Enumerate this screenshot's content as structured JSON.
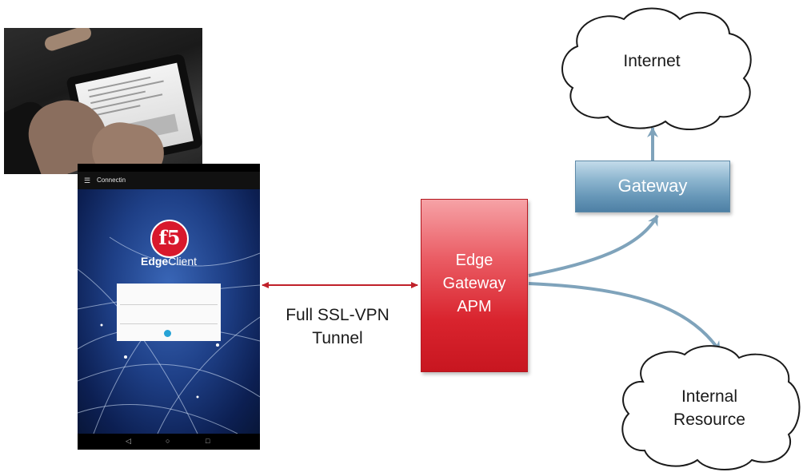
{
  "diagram": {
    "tunnel_label_line1": "Full SSL-VPN",
    "tunnel_label_line2": "Tunnel",
    "edge_box": {
      "line1": "Edge",
      "line2": "Gateway",
      "line3": "APM"
    },
    "gateway_box": "Gateway",
    "cloud_internet": "Internet",
    "cloud_internal_line1": "Internal",
    "cloud_internal_line2": "Resource"
  },
  "phone": {
    "appbar_title": "Connectin",
    "brand_bold": "Edge",
    "brand_regular": "Client"
  },
  "colors": {
    "edge_red": "#d9242e",
    "gateway_blue": "#6797b8",
    "arrow_red": "#c0202a",
    "arrow_blue": "#7fa3bb"
  }
}
